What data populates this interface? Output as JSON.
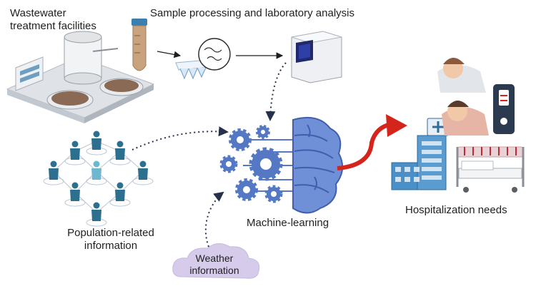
{
  "labels": {
    "wastewater": "Wastewater\ntreatment facilities",
    "lab": "Sample processing and laboratory analysis",
    "population": "Population-related\ninformation",
    "ml": "Machine-learning",
    "hospital": "Hospitalization needs",
    "weather": "Weather\ninformation"
  },
  "icons": {
    "treatment_plant": "treatment-plant-icon",
    "sample_tube": "sample-tube-icon",
    "microscope_sample": "pathogen-sample-icon",
    "well_plate": "well-plate-icon",
    "sequencer": "lab-analyzer-icon",
    "people_network": "people-network-icon",
    "gears_brain": "gears-brain-icon",
    "cloud": "cloud-icon",
    "hospital": "hospital-icon",
    "bed": "hospital-bed-icon",
    "patients": "sick-patients-icon",
    "test_kit": "rapid-test-icon"
  },
  "colors": {
    "brain": "#6f8fd6",
    "gear": "#5578c4",
    "people": "#2d6f8f",
    "arrow_red": "#d5241c",
    "cloud": "#d6cbea",
    "hospital": "#4a8fc7"
  }
}
